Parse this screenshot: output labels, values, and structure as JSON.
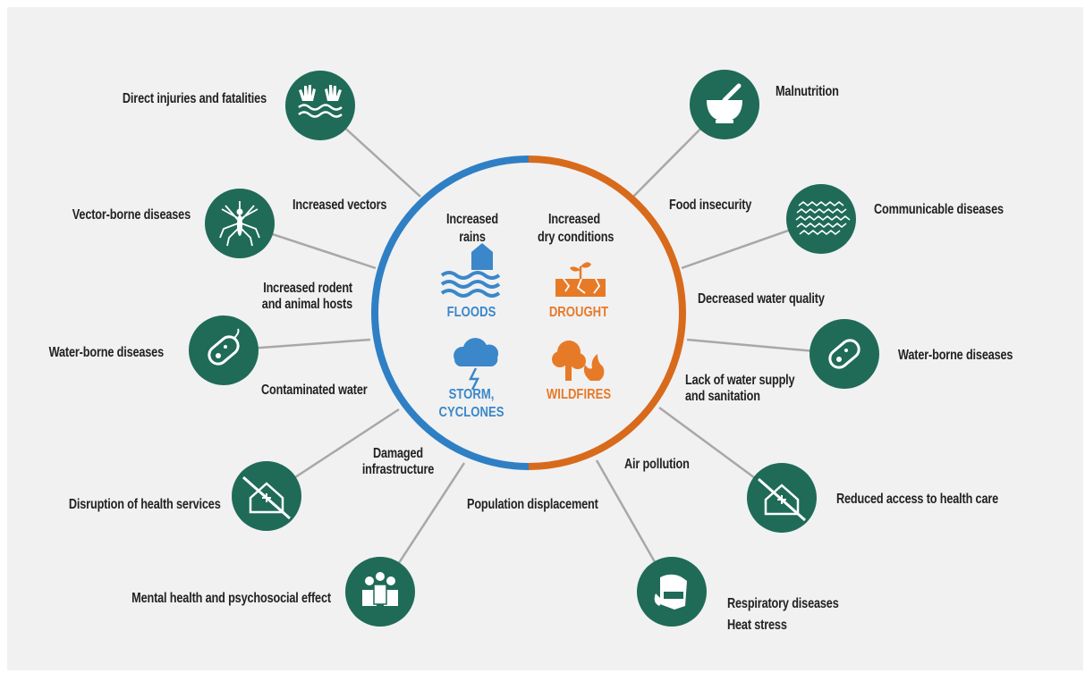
{
  "colors": {
    "blue": "#2f7fc4",
    "orange": "#d86a1c",
    "circle_fill": "#1f6b57",
    "connector": "#a8a8a8",
    "background": "#f1f1f2"
  },
  "center": {
    "increased_rains": "Increased\nrains",
    "increased_dry": "Increased\ndry conditions",
    "hazards": {
      "floods": "FLOODS",
      "drought": "DROUGHT",
      "storm": "STORM,\nCYCLONES",
      "wildfires": "WILDFIRES"
    }
  },
  "outcomes": {
    "direct_injuries": "Direct injuries and fatalities",
    "vector_borne": "Vector-borne diseases",
    "water_borne_left": "Water-borne diseases",
    "disruption_health": "Disruption of health services",
    "mental_health": "Mental health and psychosocial effect",
    "malnutrition": "Malnutrition",
    "communicable": "Communicable diseases",
    "water_borne_right": "Water-borne diseases",
    "reduced_access": "Reduced access to health care",
    "respiratory": "Respiratory diseases\nHeat stress"
  },
  "pathways": {
    "increased_vectors": "Increased vectors",
    "rodent_hosts": "Increased rodent\nand animal hosts",
    "contaminated_water": "Contaminated water",
    "damaged_infrastructure": "Damaged\ninfrastructure",
    "population_displacement": "Population displacement",
    "food_insecurity": "Food insecurity",
    "decreased_water_quality": "Decreased water quality",
    "lack_water_supply": "Lack of water supply\nand sanitation",
    "air_pollution": "Air pollution"
  },
  "icons": [
    "hands-in-water-icon",
    "mosquito-icon",
    "bacteria-icon",
    "damaged-clinic-icon",
    "people-group-icon",
    "mortar-pestle-icon",
    "virus-pattern-icon",
    "bacteria-icon",
    "damaged-clinic-icon",
    "face-mask-icon",
    "flood-house-icon",
    "drought-plant-icon",
    "storm-cloud-icon",
    "wildfire-tree-icon"
  ]
}
